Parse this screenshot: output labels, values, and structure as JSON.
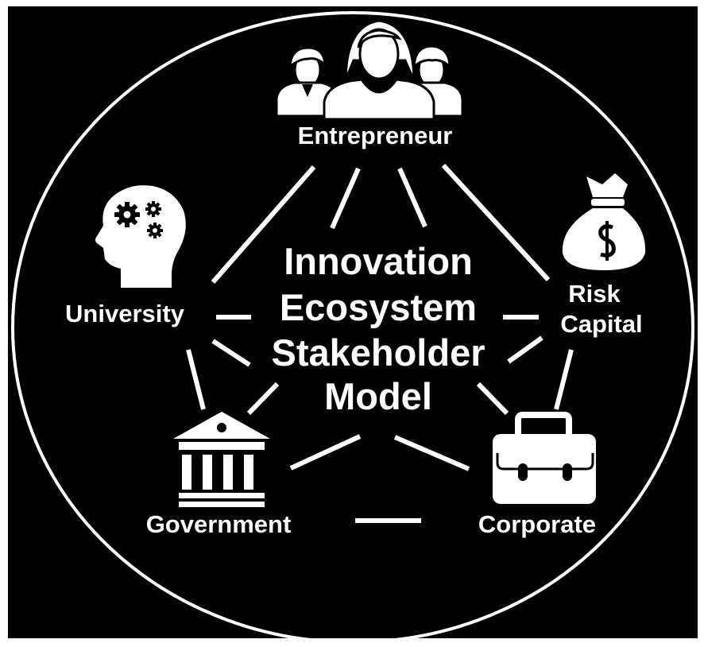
{
  "title": {
    "lines": [
      "Innovation",
      "Ecosystem",
      "Stakeholder",
      "Model"
    ]
  },
  "nodes": {
    "entrepreneur": {
      "label": "Entrepreneur",
      "icon": "people-group-icon"
    },
    "university": {
      "label": "University",
      "icon": "head-gears-icon"
    },
    "risk_capital": {
      "label_lines": [
        "Risk",
        "Capital"
      ],
      "icon": "money-bag-icon"
    },
    "government": {
      "label": "Government",
      "icon": "government-building-icon"
    },
    "corporate": {
      "label": "Corporate",
      "icon": "briefcase-icon"
    }
  },
  "colors": {
    "background": "#000000",
    "foreground": "#ffffff",
    "page": "#ffffff"
  }
}
